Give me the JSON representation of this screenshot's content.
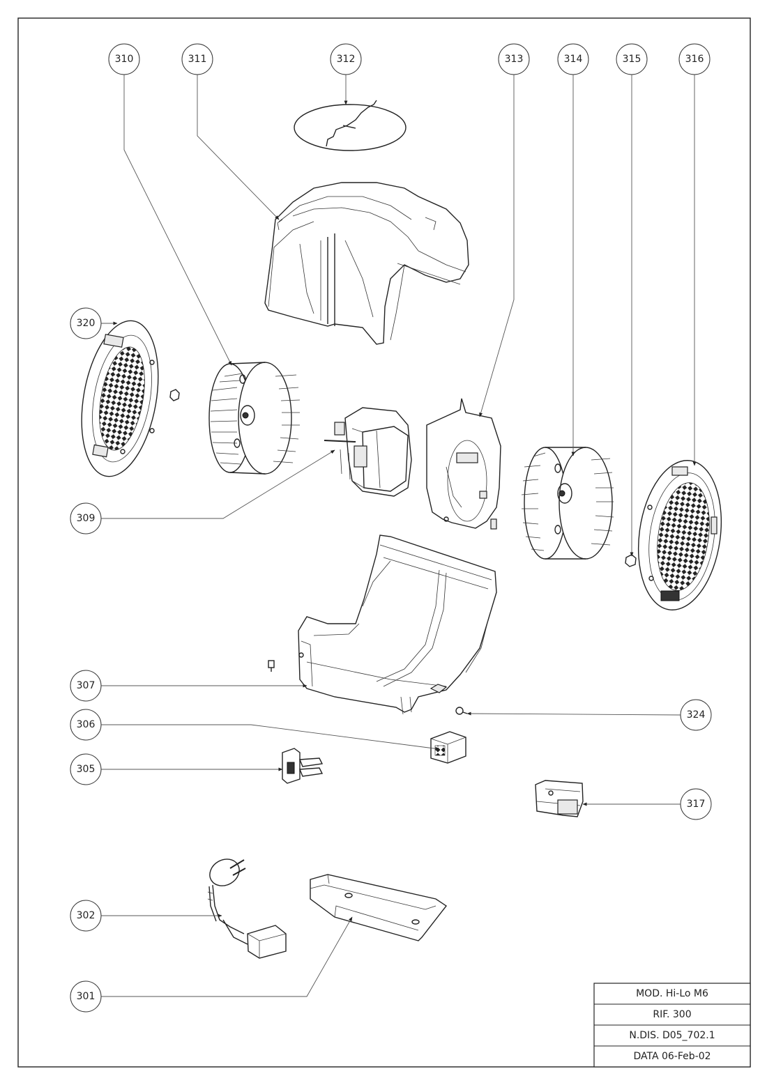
{
  "callouts": [
    {
      "id": "310",
      "label": "310"
    },
    {
      "id": "311",
      "label": "311"
    },
    {
      "id": "312",
      "label": "312"
    },
    {
      "id": "313",
      "label": "313"
    },
    {
      "id": "314",
      "label": "314"
    },
    {
      "id": "315",
      "label": "315"
    },
    {
      "id": "316",
      "label": "316"
    },
    {
      "id": "320",
      "label": "320"
    },
    {
      "id": "309",
      "label": "309"
    },
    {
      "id": "307",
      "label": "307"
    },
    {
      "id": "324",
      "label": "324"
    },
    {
      "id": "306",
      "label": "306"
    },
    {
      "id": "305",
      "label": "305"
    },
    {
      "id": "317",
      "label": "317"
    },
    {
      "id": "302",
      "label": "302"
    },
    {
      "id": "301",
      "label": "301"
    }
  ],
  "title_block": {
    "mod": "MOD.  Hi-Lo  M6",
    "rif": "RIF.  300",
    "ndis": "N.DIS.  D05_702.1",
    "data": "DATA  06-Feb-02"
  },
  "colors": {
    "line": "#222222",
    "paper": "#ffffff"
  }
}
